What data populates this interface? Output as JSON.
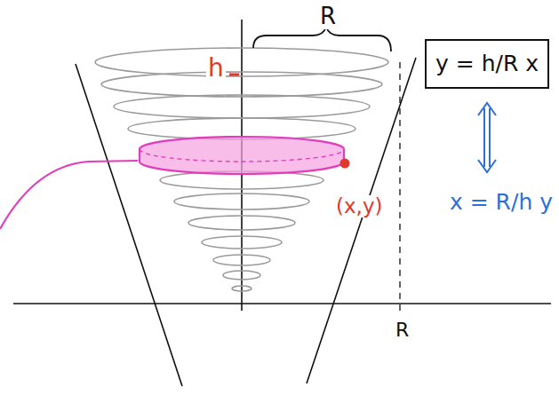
{
  "diagram": {
    "nodes": [
      {
        "text": [
          "y = h/R x"
        ]
      }
    ],
    "labels": [
      "R",
      "h",
      "(x,y)",
      "x = R/h y",
      "R"
    ]
  }
}
